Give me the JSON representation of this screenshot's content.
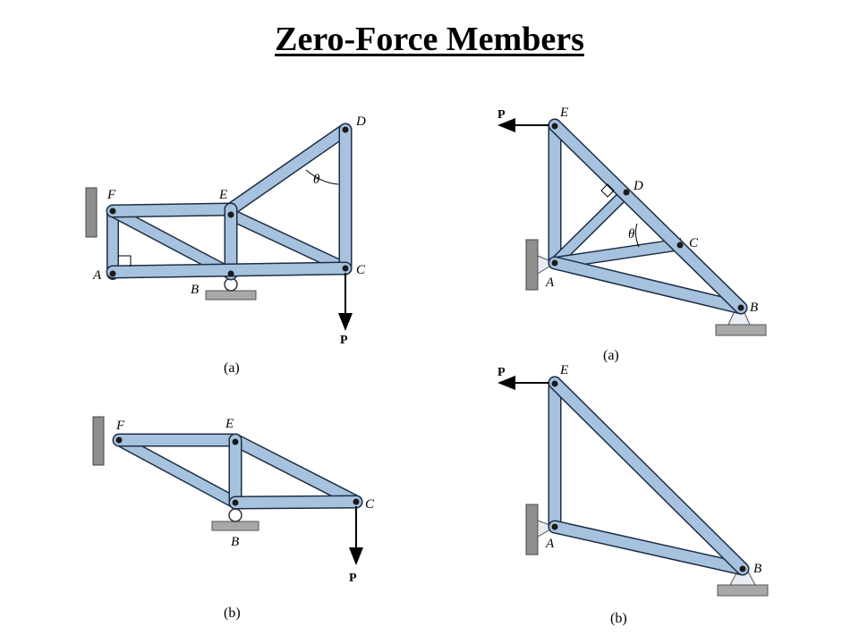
{
  "title": "Zero-Force Members",
  "figures": {
    "top_left": {
      "caption": "(a)",
      "labels": {
        "F": "F",
        "E": "E",
        "D": "D",
        "A": "A",
        "B": "B",
        "C": "C",
        "theta": "θ"
      },
      "force": "P"
    },
    "bottom_left": {
      "caption": "(b)",
      "labels": {
        "F": "F",
        "E": "E",
        "C": "C",
        "B": "B"
      },
      "force": "P"
    },
    "top_right": {
      "caption": "(a)",
      "labels": {
        "E": "E",
        "D": "D",
        "C": "C",
        "A": "A",
        "B": "B",
        "theta": "θ"
      },
      "force": "P"
    },
    "bottom_right": {
      "caption": "(b)",
      "labels": {
        "E": "E",
        "A": "A",
        "B": "B"
      },
      "force": "P"
    }
  },
  "colors": {
    "member": "#a7c2de",
    "outline": "#1e2f44",
    "wall": "#8f8f8f"
  }
}
